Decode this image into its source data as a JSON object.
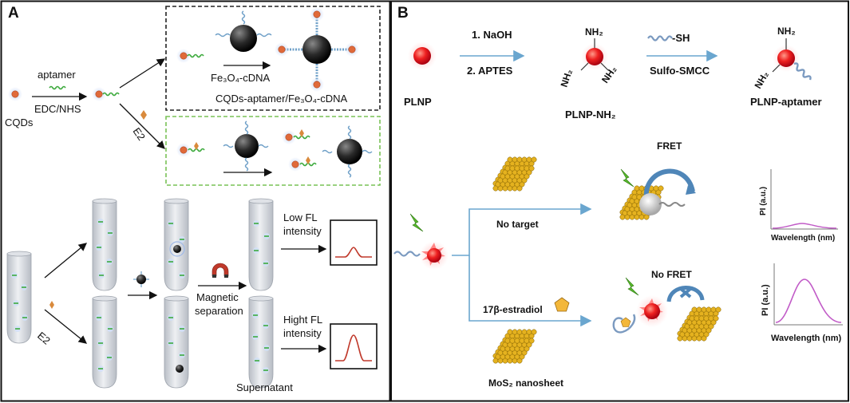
{
  "panel_a": {
    "letter": "A",
    "aptamer": "aptamer",
    "edc": "EDC/NHS",
    "cqds": "CQDs",
    "e2_top": "E2",
    "fe3o4_cdna": "Fe₃O₄-cDNA",
    "complex": "CQDs-aptamer/Fe₃O₄-cDNA",
    "e2_bottom": "E2",
    "magnetic_1": "Magnetic",
    "magnetic_2": "separation",
    "low_1": "Low FL",
    "low_2": "intensity",
    "high_1": "Hight FL",
    "high_2": "intensity",
    "supernatant": "Supernatant"
  },
  "panel_b": {
    "letter": "B",
    "step1": "1. NaOH",
    "step2": "2. APTES",
    "sh": "-SH",
    "smcc": "Sulfo-SMCC",
    "plnp": "PLNP",
    "plnp_nh2": "PLNP-NH₂",
    "plnp_aptamer": "PLNP-aptamer",
    "nh2": "NH₂",
    "no_target": "No target",
    "estradiol": "17β-estradiol",
    "mos2": "MoS₂ nanosheet",
    "fret": "FRET",
    "no_fret": "No FRET",
    "pl_axis": "PI (a.u.)",
    "wavelength": "Wavelength (nm)"
  },
  "colors": {
    "cqd": "#e06a3a",
    "cqd_halo": "#9fb9e8",
    "green_strand": "#3daa3d",
    "blue_strand": "#6fa0c8",
    "dashed_black": "#222222",
    "dashed_green": "#79c257",
    "fl_curve": "#c0392b",
    "plnp_red": "#e8202a",
    "arrow_blue": "#6aa6cf",
    "mos2_gold": "#e5b21f",
    "pl_curve": "#c15bc7",
    "estradiol": "#f3b73a"
  }
}
